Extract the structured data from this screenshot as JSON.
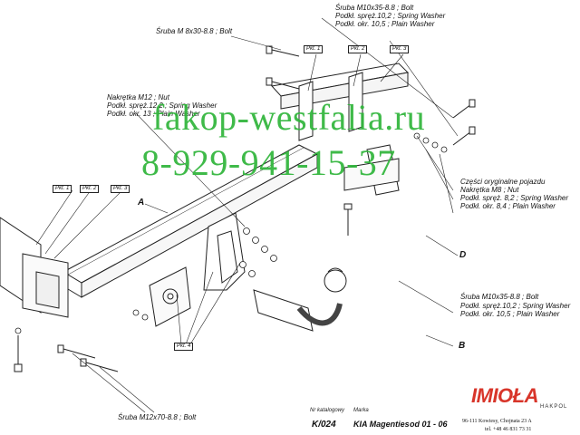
{
  "labels": {
    "screw_m8": "Śruba M 8x30-8.8 ;  Bolt",
    "top_right_bolt": "Śruba M10x35-8.8 ;  Bolt",
    "top_right_spring": "Podkł. spręż.10,2 ; Spring Washer",
    "top_right_plain": "Podkł. okr. 10,5 ; Plain Washer",
    "nut_m12": "Nakrętka  M12 ; Nut",
    "spring_12": "Podkł. spręż.12,2 ; Spring Washer",
    "plain_13": "Podkł. okr. 13 ; Plain Washer",
    "orig_parts": "Części oryginalne pojazdu",
    "orig_nut": "Nakrętka  M8 ; Nut",
    "orig_spring": "Podkł. spręż. 8,2 ; Spring Washer",
    "orig_plain": "Podkł. okr. 8,4 ; Plain Washer",
    "mid_right_bolt": "Śruba M10x35-8.8 ;  Bolt",
    "mid_right_spring": "Podkł. spręż.10,2 ; Spring Washer",
    "mid_right_plain": "Podkł. okr. 10,5 ; Plain Washer",
    "screw_m12": "Śruba M12x70-8.8 ;  Bolt"
  },
  "pkt": {
    "p1": "Pkt. 1",
    "p2": "Pkt. 2",
    "p3": "Pkt. 3",
    "p4": "Pkt. 4"
  },
  "letters": {
    "a": "A",
    "b": "B",
    "d": "D"
  },
  "watermark": {
    "site": "fakop-westfalia.ru",
    "phone": "8-929-941-15-37"
  },
  "footer": {
    "catalog_caption": "Nr katalogowy",
    "catalog_no": "K/024",
    "make_caption": "Marka",
    "make": "KIA Magenties",
    "years": "od  01 - 06",
    "logo": "IMIOŁA",
    "logo_sub": "HAKPOL",
    "address": "96-111 Kowiesy, Chojnata 23 A",
    "phone": "tel. +48 46 831 73 31"
  },
  "colors": {
    "watermark": "#2fb53a",
    "logo": "#d8352a",
    "line": "#222222"
  }
}
